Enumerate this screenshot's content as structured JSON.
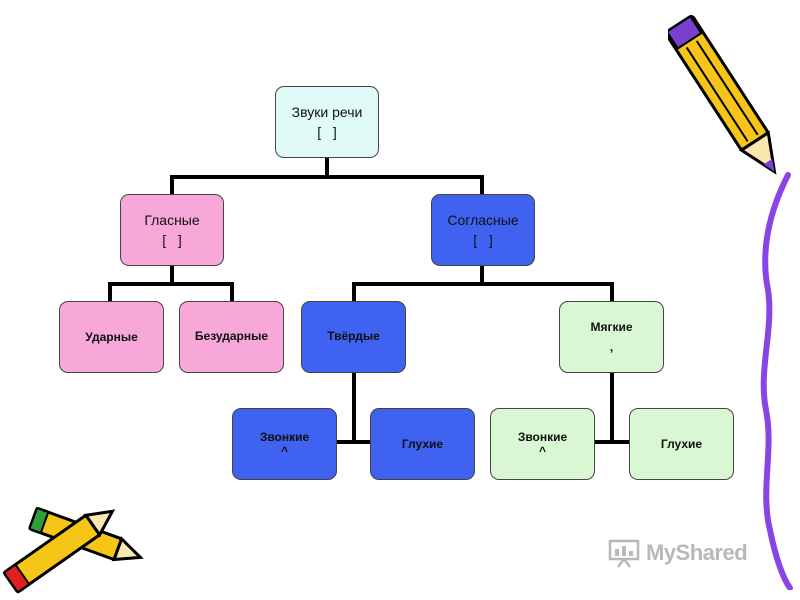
{
  "root": {
    "line1": "Звуки речи",
    "line2": "[   ]"
  },
  "vowels": {
    "line1": "Гласные",
    "line2": "[   ]"
  },
  "consonants": {
    "line1": "Согласные",
    "line2": "[   ]"
  },
  "stressed": "Ударные",
  "unstressed": "Безударные",
  "hard": "Твёрдые",
  "soft": {
    "line1": "Мягкие",
    "line2": ","
  },
  "hard_voiced": {
    "line1": "Звонкие",
    "line2": "^"
  },
  "hard_voiceless": "Глухие",
  "soft_voiced": {
    "line1": "Звонкие",
    "line2": "^"
  },
  "soft_voiceless": "Глухие",
  "watermark": "MyShared",
  "colors": {
    "pink": "#f7a8d8",
    "blue": "#3f62f0",
    "green": "#d9f7d2",
    "root": "#dffaf7",
    "pencil": "#f5c518",
    "purple": "#8a44e6"
  }
}
